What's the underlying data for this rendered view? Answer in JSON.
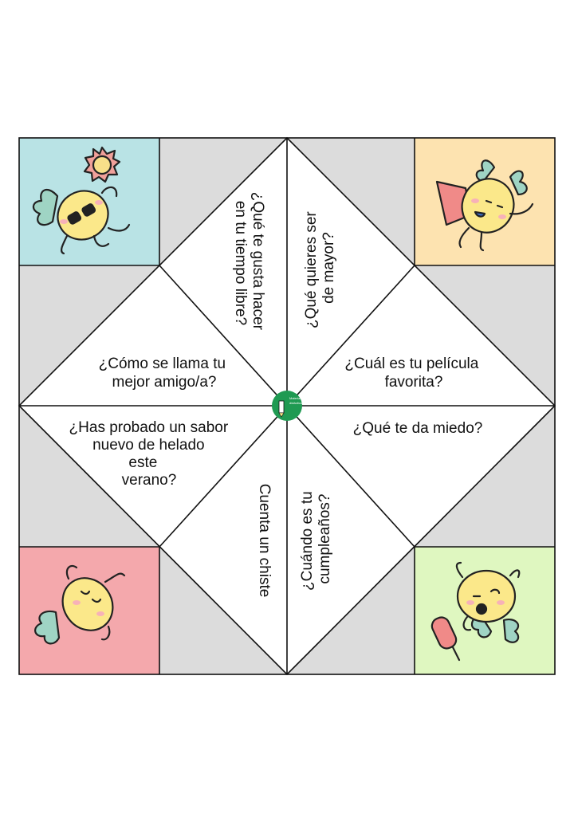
{
  "colors": {
    "paper": "#ffffff",
    "gray_region": "#dcdcdc",
    "line": "#111111",
    "corner_tl": "#b9e3e5",
    "corner_tr": "#fde3b0",
    "corner_bl": "#f4a8ac",
    "corner_br": "#dff7c0",
    "pineapple_body": "#fbe88a",
    "pineapple_leaf": "#9fd4c4",
    "blush": "#f7b2b8",
    "logo_green": "#1f9a52",
    "sun": "#f8e08a",
    "sun_ray": "#f0a09a"
  },
  "questions": {
    "q_hobby": [
      "¿Qué te gusta hacer",
      "en tu tiempo libre?"
    ],
    "q_future": [
      "¿Qué quieres ser",
      "de mayor?"
    ],
    "q_friend": [
      "¿Cómo se llama tu",
      "mejor amigo/a?"
    ],
    "q_movie": [
      "¿Cuál es tu película",
      "favorita?"
    ],
    "q_icecream": [
      "¿Has probado un sabor",
      "nuevo de helado",
      "este",
      "verano?"
    ],
    "q_fear": [
      "¿Qué te da miedo?"
    ],
    "q_joke": [
      "Cuenta un chiste"
    ],
    "q_birthday": [
      "¿Cuándo es tu",
      "cumpleaños?"
    ]
  },
  "icons": {
    "tl": "pineapple-sunglasses-sun-icon",
    "tr": "pineapple-superhero-icon",
    "bl": "pineapple-sleeping-icon",
    "br": "pineapple-popsicle-icon",
    "center": "pencil-logo-icon"
  },
  "logo_text": [
    "Material",
    "didáctico"
  ]
}
